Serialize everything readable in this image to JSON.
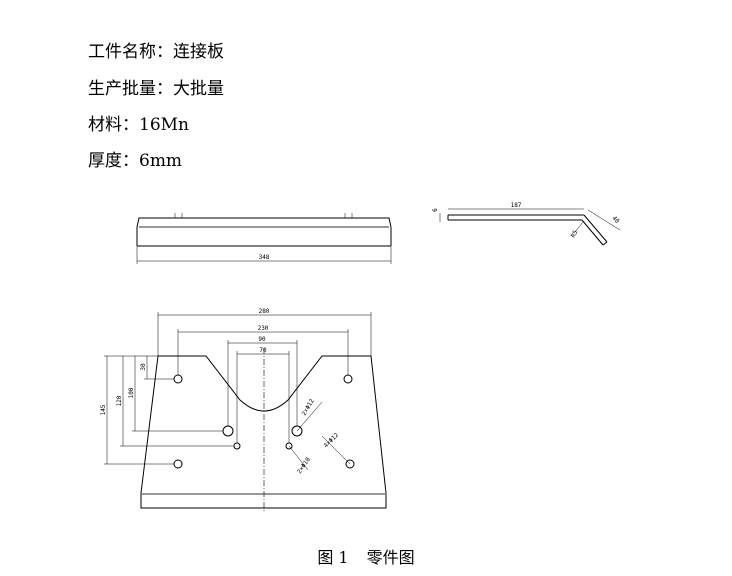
{
  "specs": [
    {
      "label": "工件名称：",
      "value": "连接板"
    },
    {
      "label": "生产批量：",
      "value": "大批量"
    },
    {
      "label": "材料：",
      "value": "16Mn"
    },
    {
      "label": "厚度：",
      "value": "6mm"
    }
  ],
  "front_view": {
    "length": "348"
  },
  "side_view": {
    "thickness": "6",
    "length": "187",
    "radius": "R5",
    "flange": "40"
  },
  "plan_view": {
    "width_top": "280",
    "hole_span": "230",
    "slot_width": "90",
    "slot_inner": "70",
    "height_145": "145",
    "height_120": "120",
    "height_100": "100",
    "height_30": "30",
    "hole_note_a": "2×Φ12",
    "hole_note_b": "4×Φ12",
    "hole_note_c": "2×Φ10"
  },
  "caption": {
    "figure_no": "图 1",
    "title": "零件图"
  }
}
